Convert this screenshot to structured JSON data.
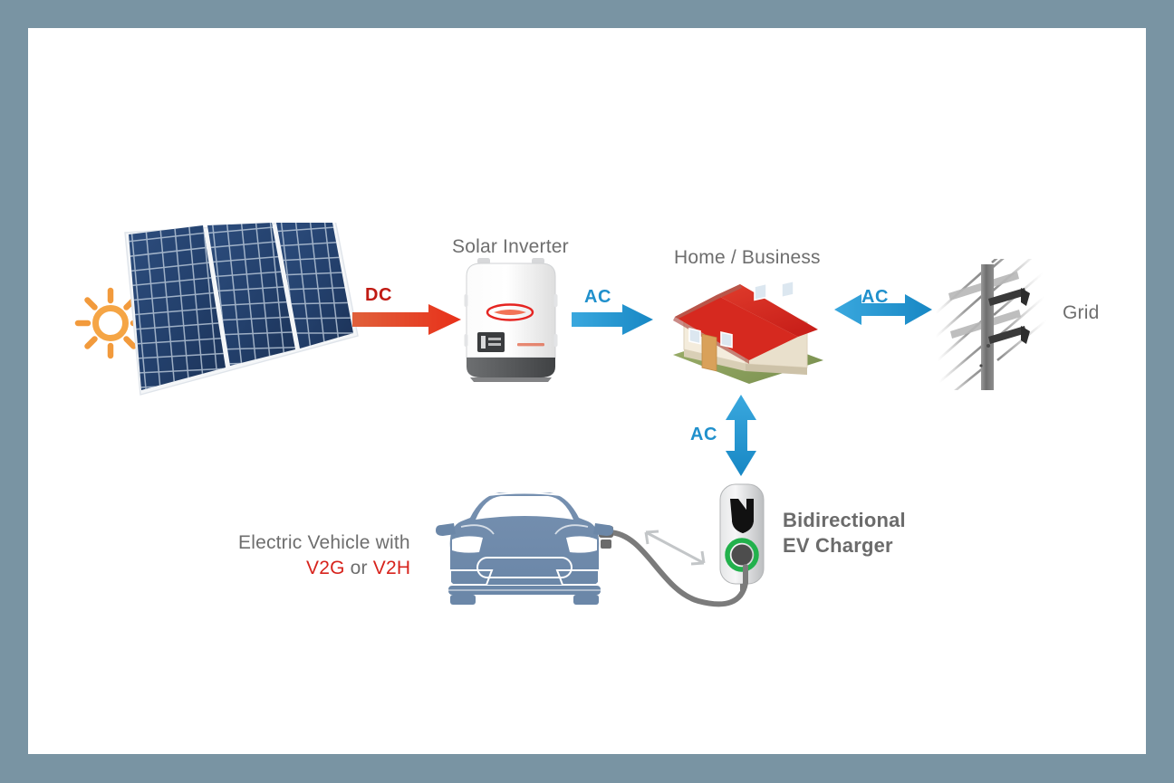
{
  "frame": {
    "border_color": "#7994a3",
    "canvas_color": "#ffffff"
  },
  "diagram": {
    "title": "Bidirectional EV charging / V2G energy flow diagram",
    "nodes": [
      {
        "id": "sun",
        "icon": "sun-icon",
        "label": ""
      },
      {
        "id": "panel",
        "icon": "solar-panel-icon",
        "label": ""
      },
      {
        "id": "inverter",
        "icon": "solar-inverter-icon",
        "label": "Solar Inverter"
      },
      {
        "id": "house",
        "icon": "house-icon",
        "label": "Home / Business"
      },
      {
        "id": "grid",
        "icon": "utility-pole-icon",
        "label": "Grid"
      },
      {
        "id": "car",
        "icon": "electric-car-icon",
        "label": "Electric Vehicle with"
      },
      {
        "id": "charger",
        "icon": "ev-charger-icon",
        "label": "Bidirectional EV Charger"
      }
    ],
    "labels": {
      "solar_inverter": "Solar Inverter",
      "home_business": "Home / Business",
      "grid": "Grid",
      "ev_line1": "Electric Vehicle with",
      "ev_v2g": "V2G",
      "ev_or": " or ",
      "ev_v2h": "V2H",
      "charger_line1": "Bidirectional",
      "charger_line2": "EV Charger"
    },
    "flows": [
      {
        "id": "flow-dc",
        "label": "DC",
        "color": "#c01a13",
        "direction": "right",
        "from": "panel",
        "to": "inverter"
      },
      {
        "id": "flow-ac1",
        "label": "AC",
        "color": "#2090cc",
        "direction": "right",
        "from": "inverter",
        "to": "house"
      },
      {
        "id": "flow-ac2",
        "label": "AC",
        "color": "#2090cc",
        "direction": "bidirectional-horizontal",
        "from": "house",
        "to": "grid"
      },
      {
        "id": "flow-ac3",
        "label": "AC",
        "color": "#2090cc",
        "direction": "bidirectional-vertical",
        "from": "house",
        "to": "charger"
      }
    ],
    "colors": {
      "dc_red": "#c01a13",
      "ac_blue": "#2090cc",
      "label_gray": "#6e6e6e",
      "v2_red": "#d7231c",
      "roof_red": "#d62d20",
      "wall_cream": "#f2ead8",
      "grass_green": "#8fa85f",
      "panel_blue": "#2b4a78",
      "car_blue": "#6b87a8",
      "charger_green": "#22b14c",
      "sun_orange": "#f29a3c",
      "pole_gray": "#8c8c8c",
      "cable_gray": "#7b7b7b"
    }
  }
}
